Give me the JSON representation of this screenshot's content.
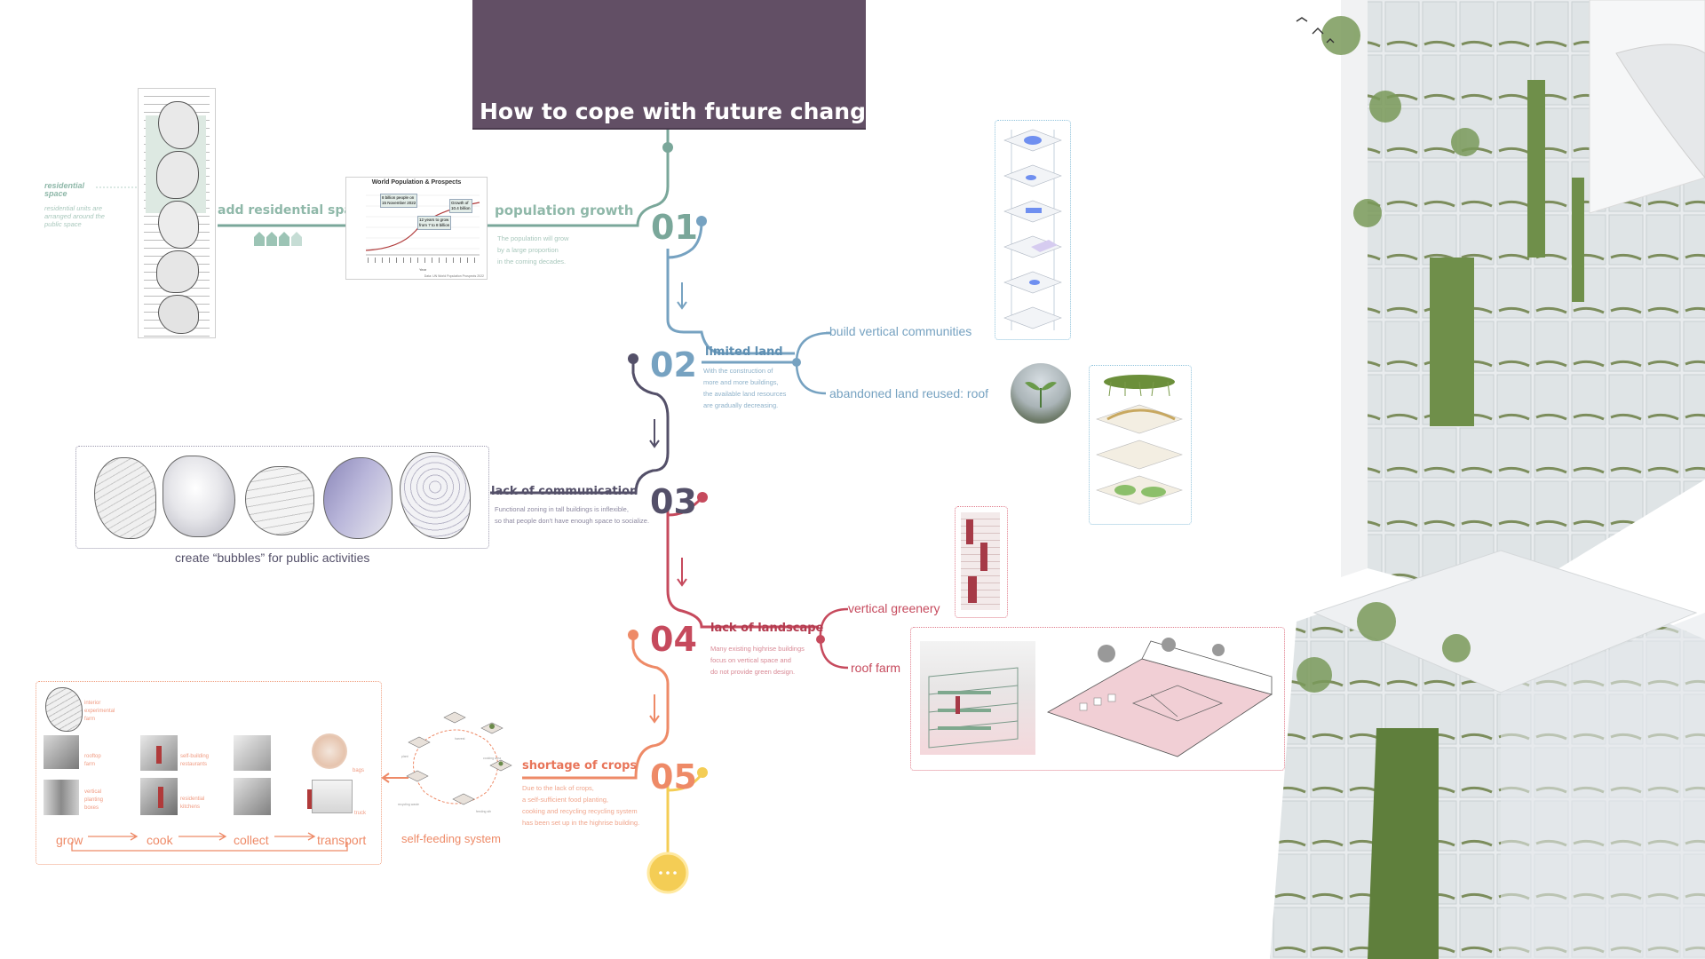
{
  "title": "How to cope with future change?",
  "colors": {
    "title_bg": "#624f65",
    "step1": "#7aa79a",
    "step2": "#76a2c1",
    "step3": "#545069",
    "step4": "#c64a5d",
    "step5": "#ee8a67",
    "more": "#f4cd55"
  },
  "steps": [
    {
      "number": "01",
      "heading": "population growth",
      "desc": [
        "The population will grow",
        "by a large proportion",
        "in the coming decades."
      ]
    },
    {
      "number": "02",
      "heading": "limited land",
      "desc": [
        "With the construction of",
        "more and more buildings,",
        "the available land resources",
        "are gradually decreasing."
      ]
    },
    {
      "number": "03",
      "heading": "lack of communication",
      "desc": [
        "Functional zoning in tall buildings is inflexible,",
        "so that people don't have enough space to socialize."
      ]
    },
    {
      "number": "04",
      "heading": "lack of landscape",
      "desc": [
        "Many existing highrise buildings",
        "focus on vertical space and",
        "do not provide green design."
      ]
    },
    {
      "number": "05",
      "heading": "shortage of crops",
      "desc": [
        "Due to the lack of crops,",
        "a self-sufficient food planting,",
        "cooking and recycling recycling system",
        "has been set up in the highrise building."
      ]
    }
  ],
  "step1": {
    "solution": "add residential space",
    "residential_title": "residential space",
    "residential_desc": [
      "residential units are",
      "arranged around the",
      "public space"
    ],
    "chart": {
      "title": "World Population & Prospects",
      "callout1": [
        "8 billion people on",
        "15 November 2022"
      ],
      "callout2": [
        "12 years to grow",
        "from 7 to 8 billion"
      ],
      "callout3": [
        "Growth of",
        "10.4 billion"
      ],
      "source": "Data: UN World Population Prospects 2022",
      "xlabel": "Year"
    }
  },
  "step2": {
    "branch1": "build vertical communities",
    "branch2": "abandoned land reused: roof"
  },
  "step3": {
    "caption": "create “bubbles” for public activities"
  },
  "step4": {
    "branch1": "vertical greenery",
    "branch2": "roof farm"
  },
  "step5": {
    "system_caption": "self-feeding system",
    "cycle_labels": [
      "harvest",
      "cooking area",
      "recycling waste",
      "plant",
      "feeding sth"
    ],
    "flow": [
      "grow",
      "cook",
      "collect",
      "transport"
    ],
    "items": [
      {
        "label": [
          "interior",
          "experimental",
          "farm"
        ]
      },
      {
        "label": [
          "rooftop",
          "farm"
        ]
      },
      {
        "label": [
          "self-building",
          "restaurants"
        ]
      },
      {
        "label": [
          "vertical",
          "planting",
          "boxes"
        ]
      },
      {
        "label": [
          "residential",
          "kitchens"
        ]
      },
      {
        "label": [
          "bags"
        ]
      },
      {
        "label": [
          "truck"
        ]
      }
    ]
  }
}
